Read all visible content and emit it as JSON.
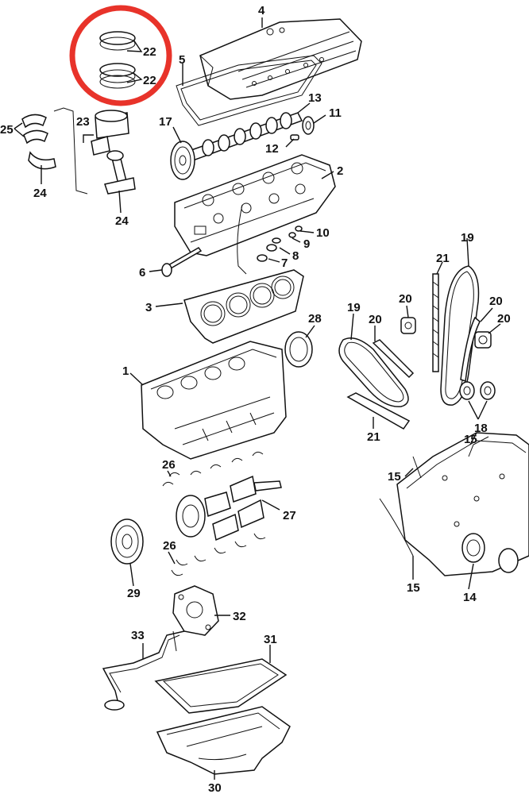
{
  "callouts": {
    "c1": "1",
    "c2": "2",
    "c3": "3",
    "c4": "4",
    "c5": "5",
    "c6": "6",
    "c7": "7",
    "c8": "8",
    "c9": "9",
    "c10": "10",
    "c11": "11",
    "c12": "12",
    "c13": "13",
    "c14": "14",
    "c15a": "15",
    "c15b": "15",
    "c15c": "15",
    "c17": "17",
    "c18": "18",
    "c19a": "19",
    "c19b": "19",
    "c20a": "20",
    "c20b": "20",
    "c20c": "20",
    "c20d": "20",
    "c21a": "21",
    "c21b": "21",
    "c22a": "22",
    "c22b": "22",
    "c23": "23",
    "c24a": "24",
    "c24b": "24",
    "c25": "25",
    "c26a": "26",
    "c26b": "26",
    "c27": "27",
    "c28": "28",
    "c29": "29",
    "c30": "30",
    "c31": "31",
    "c32": "32",
    "c33": "33"
  },
  "highlight": {
    "color": "#e8332a"
  }
}
